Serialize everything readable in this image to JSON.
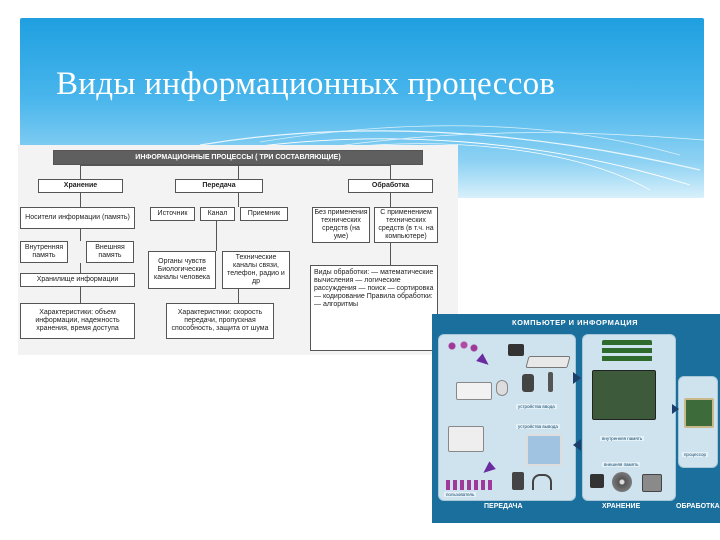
{
  "slide": {
    "title": "Виды информационных процессов"
  },
  "scheme": {
    "root": "ИНФОРМАЦИОННЫЕ ПРОЦЕССЫ ( ТРИ СОСТАВЛЯЮЩИЕ)",
    "storage": {
      "label": "Хранение",
      "carrier": "Носители информации (память)",
      "internal": "Внутренняя память",
      "external": "Внешняя память",
      "bank": "Хранилище информации",
      "characteristics": "Характеристики: объем информации, надежность хранения, время доступа"
    },
    "transfer": {
      "label": "Передача",
      "source": "Источник",
      "channel": "Канал",
      "receiver": "Приемник",
      "senses": "Органы чувств Биологические каналы человека",
      "technical": "Технические каналы связи, телефон, радио и др",
      "characteristics": "Характеристики: скорость передачи, пропускная способность, защита от шума"
    },
    "processing": {
      "label": "Обработка",
      "no_tech": "Без применения технических средств (на уме)",
      "with_tech": "С применением технических средств (в т.ч. на компьютере)",
      "kinds": "Виды обработки: — математические вычисления — логические рассуждения — поиск — сортировка — кодирование Правила обработки: — алгоритмы"
    }
  },
  "panel": {
    "title": "КОМПЬЮТЕР И ИНФОРМАЦИЯ",
    "input_caption": "устройства ввода",
    "output_caption": "устройства вывода",
    "internal_caption": "внутренняя память",
    "external_caption": "внешняя память",
    "cpu_caption": "процессор",
    "people_caption": "пользователь",
    "footer": {
      "transfer": "ПЕРЕДАЧА",
      "storage": "ХРАНЕНИЕ",
      "processing": "ОБРАБОТКА"
    },
    "colors": {
      "bg": "#1b6f9c",
      "zone": "#cfe3ee",
      "arrow": "#6a2aa0"
    }
  }
}
